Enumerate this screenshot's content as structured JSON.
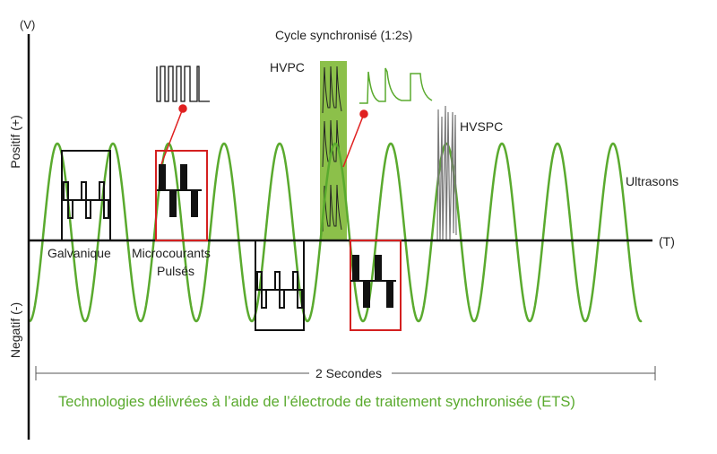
{
  "axes": {
    "y_unit": "(V)",
    "x_unit": "(T)",
    "positive_label": "Positif (+)",
    "negative_label": "Negatif (-)"
  },
  "title": "Cycle synchronisé (1:2s)",
  "labels": {
    "hvpc": "HVPC",
    "hvspc": "HVSPC",
    "ultrasons": "Ultrasons",
    "galvanique": "Galvanique",
    "microcourants_line1": "Microcourants",
    "microcourants_line2": "Pulsés"
  },
  "duration_label": "2 Secondes",
  "caption": "Technologies délivrées à l’aide de l’électrode de traitement synchronisée (ETS)",
  "colors": {
    "wave": "#5aaa2e",
    "caption": "#5aaa2e",
    "highlight": "#8cc04a",
    "callout": "#e02020",
    "axis": "#111111"
  }
}
